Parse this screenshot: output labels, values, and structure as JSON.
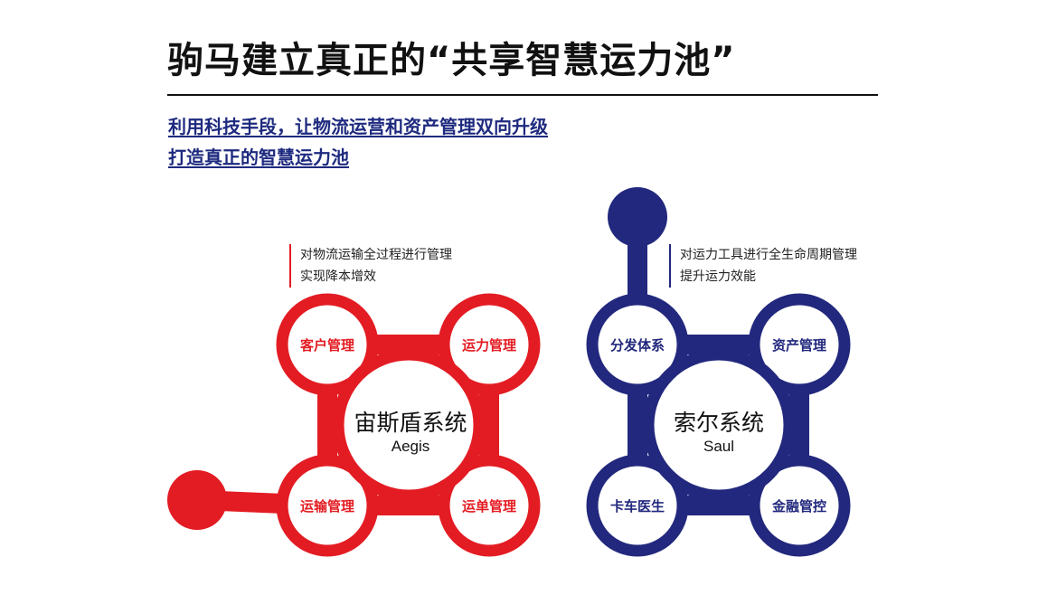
{
  "header": {
    "title": "驹马建立真正的“共享智慧运力池”",
    "subtitle_line1": "利用科技手段，让物流运营和资产管理双向升级",
    "subtitle_line2": "打造真正的智慧运力池"
  },
  "colors": {
    "red": "#e31c23",
    "blue": "#22287d",
    "subtitle": "#1e2a7f"
  },
  "aegis": {
    "desc_line1": "对物流运输全过程进行管理",
    "desc_line2": "实现降本增效",
    "center_cn": "宙斯盾系统",
    "center_en": "Aegis",
    "nodes": [
      "客户管理",
      "运力管理",
      "运输管理",
      "运单管理"
    ]
  },
  "saul": {
    "desc_line1": "对运力工具进行全生命周期管理",
    "desc_line2": "提升运力效能",
    "center_cn": "索尔系统",
    "center_en": "Saul",
    "nodes": [
      "分发体系",
      "资产管理",
      "卡车医生",
      "金融管控"
    ]
  }
}
